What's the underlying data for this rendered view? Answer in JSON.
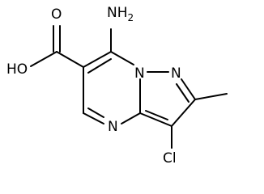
{
  "structure": {
    "atom_labels": {
      "amino": "NH",
      "amino_subscript": "2",
      "hydroxyl": "HO",
      "carbonyl_oxygen": "O",
      "ring_nitrogen_bridge": "N",
      "ring_nitrogen_pyrazole": "N",
      "ring_nitrogen_pyrimidine": "N",
      "chlorine": "Cl"
    },
    "colors": {
      "bond": "#000000",
      "label": "#000000",
      "background": "#ffffff"
    }
  }
}
